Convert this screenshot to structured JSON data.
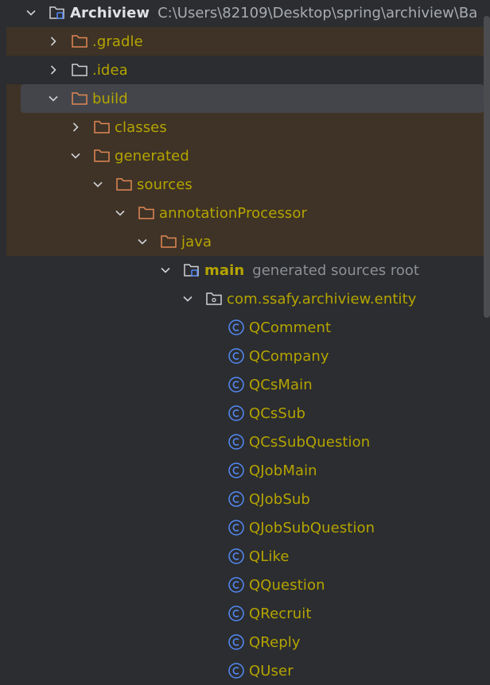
{
  "project": {
    "name": "Archiview",
    "path": "C:\\Users\\82109\\Desktop\\spring\\archiview\\Ba"
  },
  "tree": {
    "gradle": ".gradle",
    "idea": ".idea",
    "build": "build",
    "classes": "classes",
    "generated": "generated",
    "sources": "sources",
    "annotationProcessor": "annotationProcessor",
    "java": "java",
    "main": "main",
    "main_hint": "generated sources root",
    "package": "com.ssafy.archiview.entity",
    "classes_list": [
      "QComment",
      "QCompany",
      "QCsMain",
      "QCsSub",
      "QCsSubQuestion",
      "QJobMain",
      "QJobSub",
      "QJobSubQuestion",
      "QLike",
      "QQuestion",
      "QRecruit",
      "QReply",
      "QUser"
    ]
  },
  "colors": {
    "background": "#2b2d30",
    "excluded_bg": "#3e3326",
    "selected_bg": "#43454a",
    "excluded_folder": "#e08855",
    "normal_folder": "#ced0d6",
    "class_icon": "#548af7",
    "generated_text": "#b5a400"
  }
}
